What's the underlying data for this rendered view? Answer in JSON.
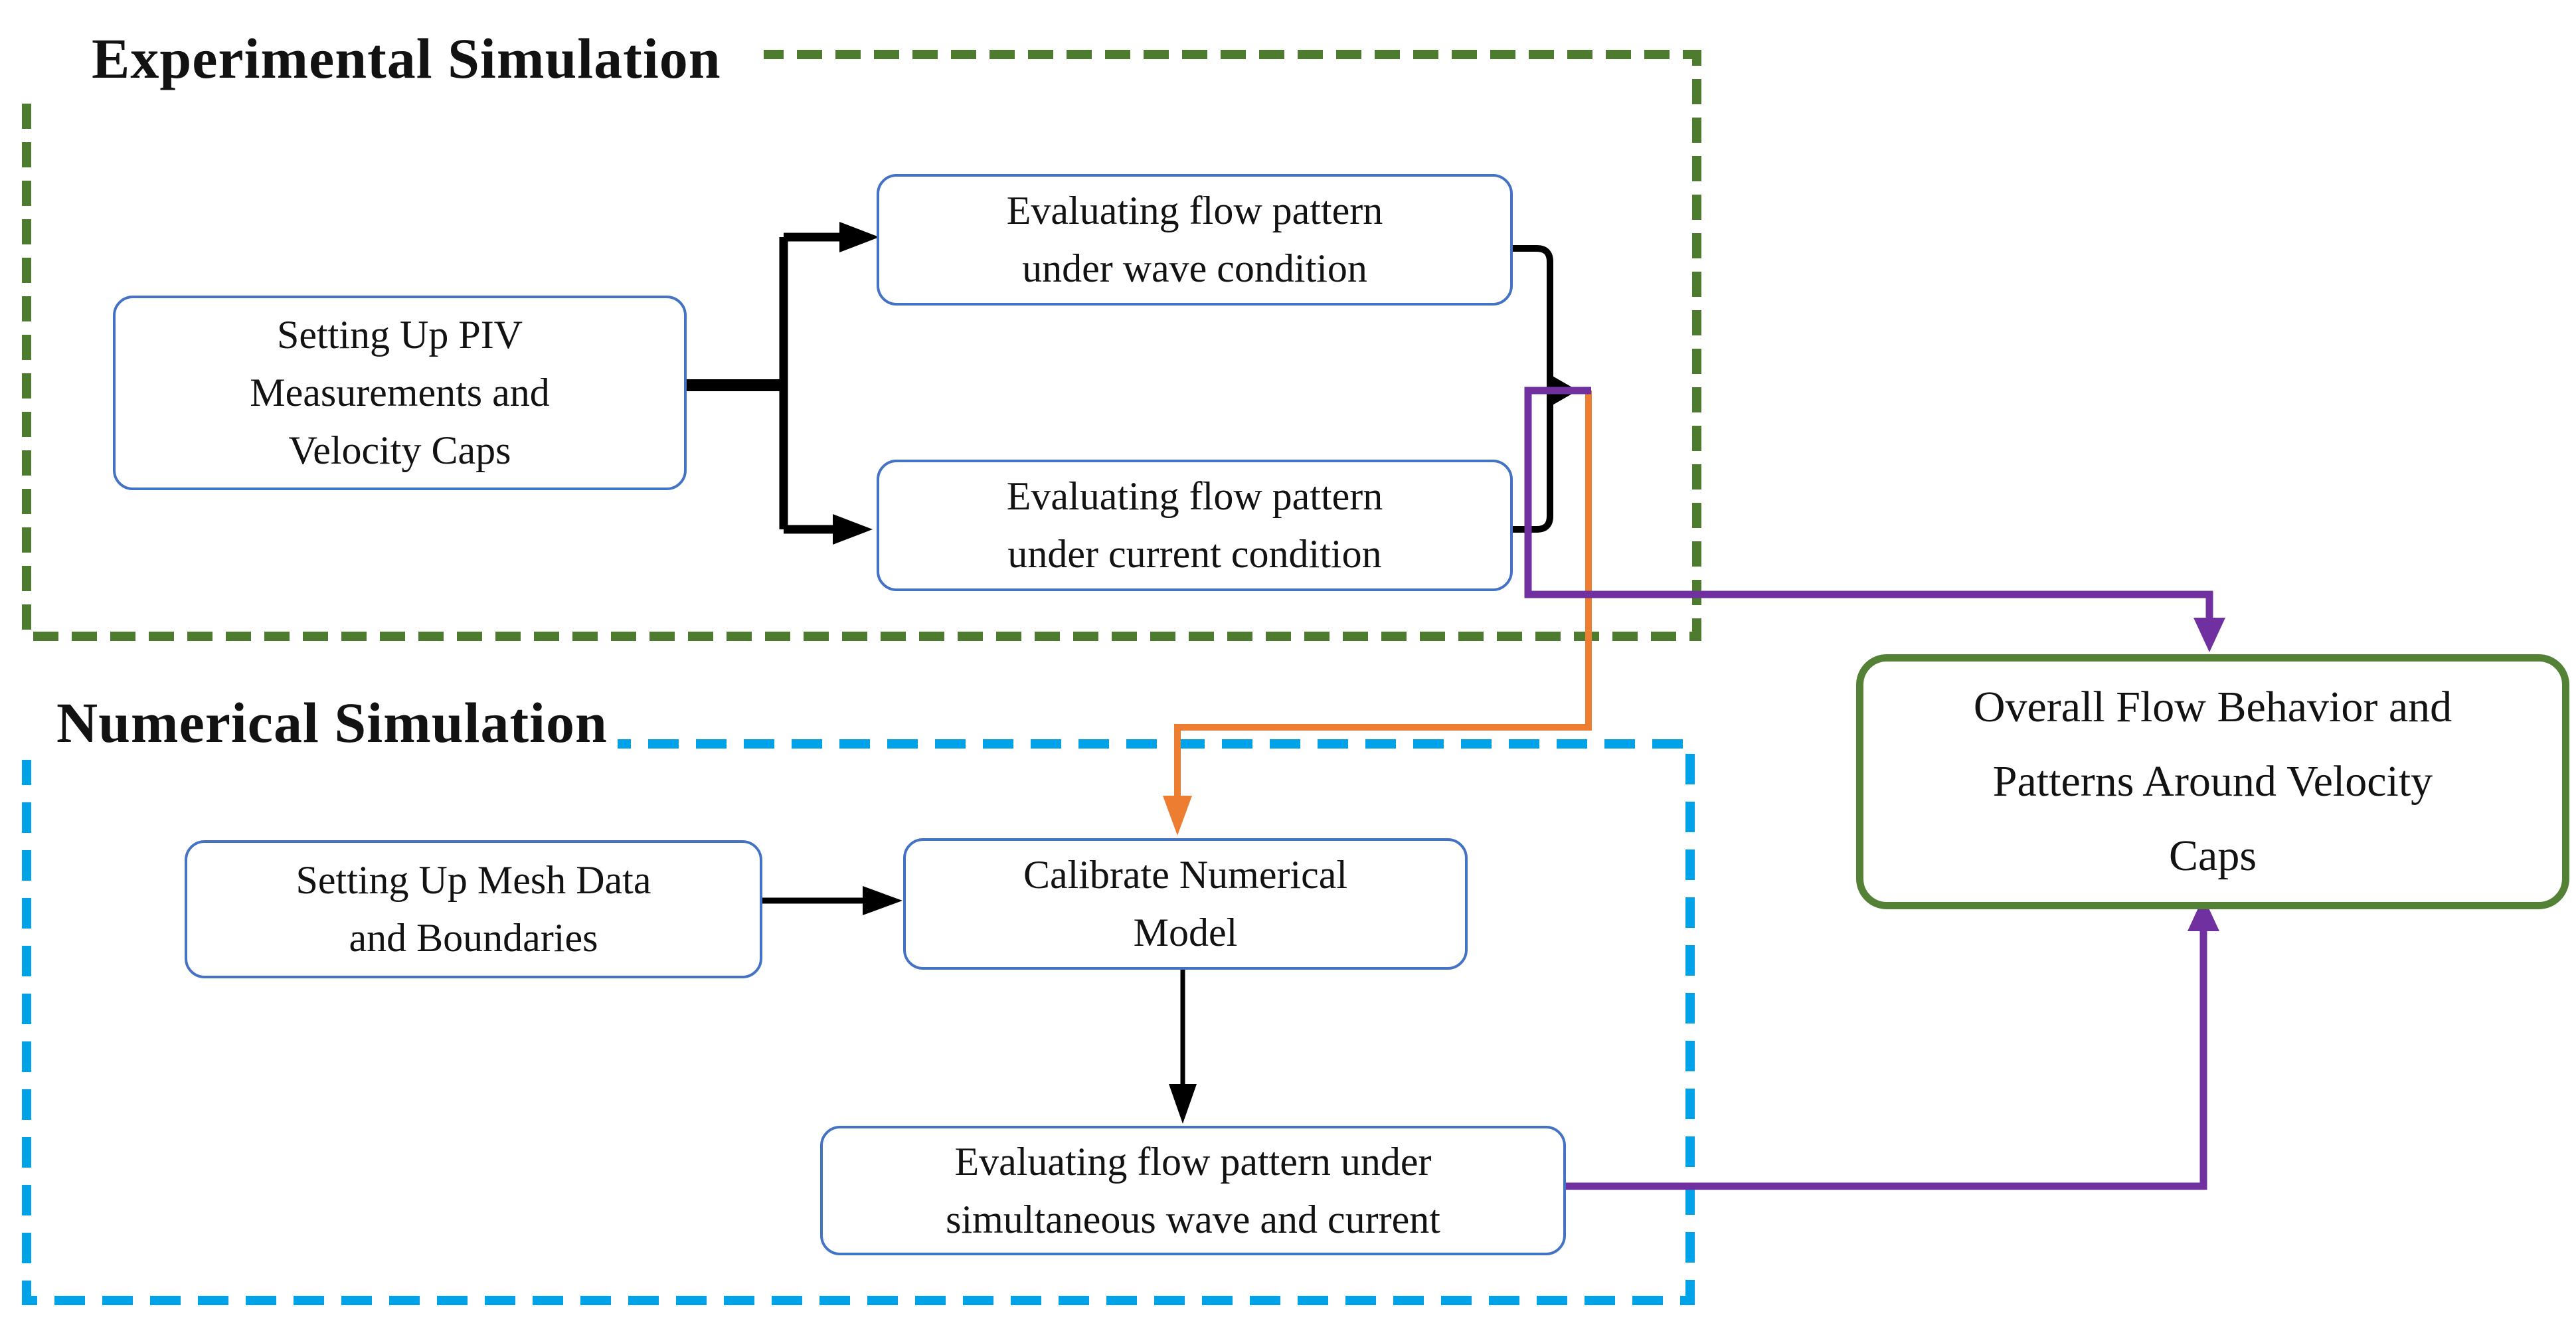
{
  "sections": {
    "experimental": {
      "title": "Experimental Simulation",
      "border_style": "dashed",
      "border_color": "#4e7c2e"
    },
    "numerical": {
      "title": "Numerical Simulation",
      "border_style": "dashed",
      "border_color": "#00a2e8"
    }
  },
  "nodes": {
    "piv": {
      "lines": [
        "Setting Up PIV",
        "Measurements and",
        "Velocity Caps"
      ],
      "border_color": "#4472c4"
    },
    "wave": {
      "lines": [
        "Evaluating flow pattern",
        "under wave condition"
      ],
      "border_color": "#4472c4"
    },
    "current": {
      "lines": [
        "Evaluating flow pattern",
        "under current condition"
      ],
      "border_color": "#4472c4"
    },
    "mesh": {
      "lines": [
        "Setting Up Mesh Data",
        "and Boundaries"
      ],
      "border_color": "#4472c4"
    },
    "calibrate": {
      "lines": [
        "Calibrate Numerical",
        "Model"
      ],
      "border_color": "#4472c4"
    },
    "simultaneous": {
      "lines": [
        "Evaluating flow pattern under",
        "simultaneous wave and current"
      ],
      "border_color": "#4472c4"
    },
    "overall": {
      "lines": [
        "Overall Flow Behavior and",
        "Patterns Around Velocity",
        "Caps"
      ],
      "border_color": "#538135"
    }
  },
  "connectors": {
    "black": "#000000",
    "orange": "#ed7d31",
    "purple": "#7030a0"
  }
}
